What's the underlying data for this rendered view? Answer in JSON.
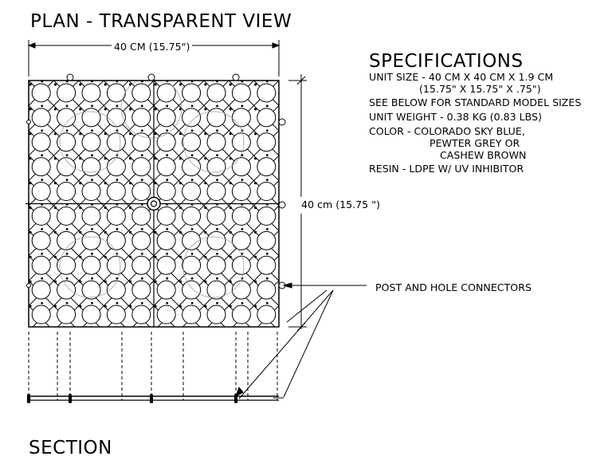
{
  "plan_title": "PLAN - TRANSPARENT VIEW",
  "section_title": "SECTION",
  "dimensions": {
    "top": "40 CM (15.75\")",
    "side": "40 cm (15.75 \")"
  },
  "specifications": {
    "title": "SPECIFICATIONS",
    "lines": [
      "UNIT SIZE - 40 CM X 40 CM X 1.9 CM",
      "(15.75\" X 15.75\" X .75\")",
      "SEE BELOW FOR STANDARD MODEL SIZES",
      "UNIT WEIGHT - 0.38 KG (0.83 LBS)",
      "COLOR - COLORADO SKY BLUE,",
      "PEWTER GREY OR",
      "CASHEW BROWN",
      "RESIN - LDPE W/ UV INHIBITOR"
    ]
  },
  "callout": "POST AND HOLE CONNECTORS"
}
